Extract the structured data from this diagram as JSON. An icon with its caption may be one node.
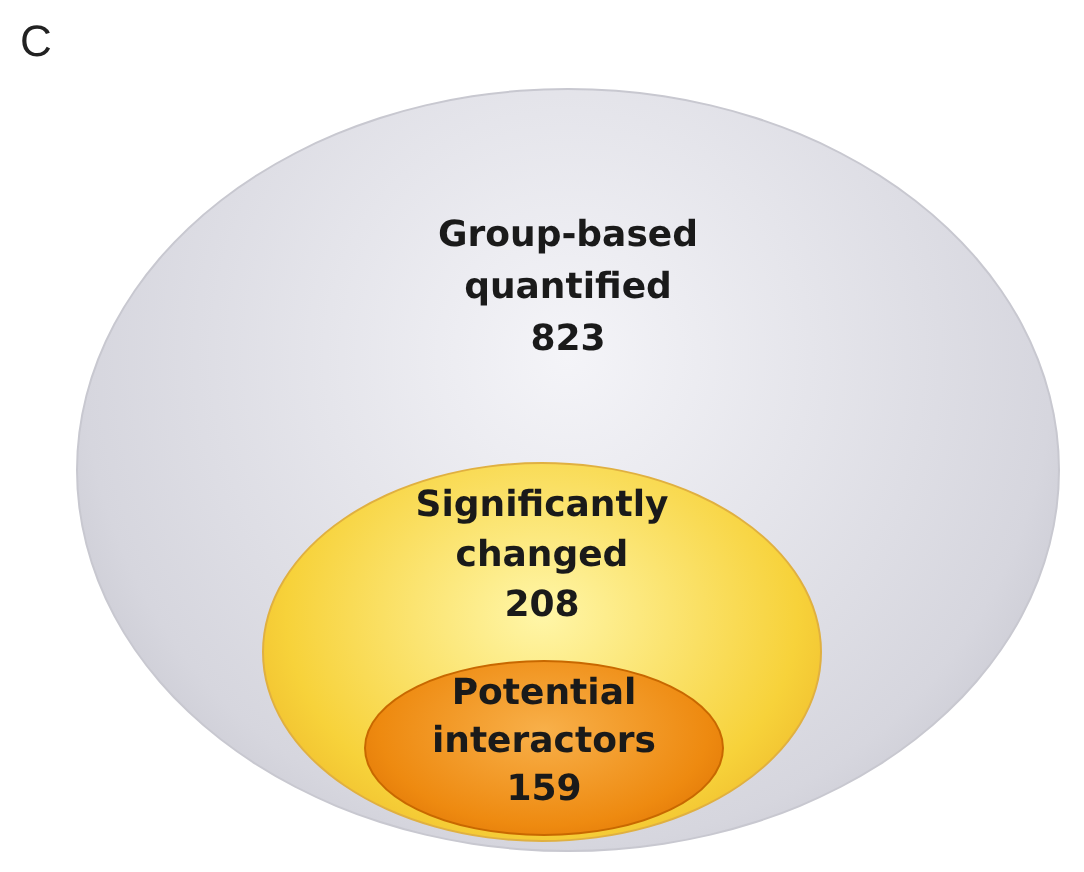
{
  "diagram": {
    "nodes": [
      {
        "text": [
          "Group-based quantified 823"
        ]
      },
      {
        "text": [
          "Significantly changed 208"
        ],
        "in": 0
      },
      {
        "text": [
          "Potential interactors 159"
        ],
        "in": 1
      }
    ],
    "labels": [
      "C"
    ]
  }
}
